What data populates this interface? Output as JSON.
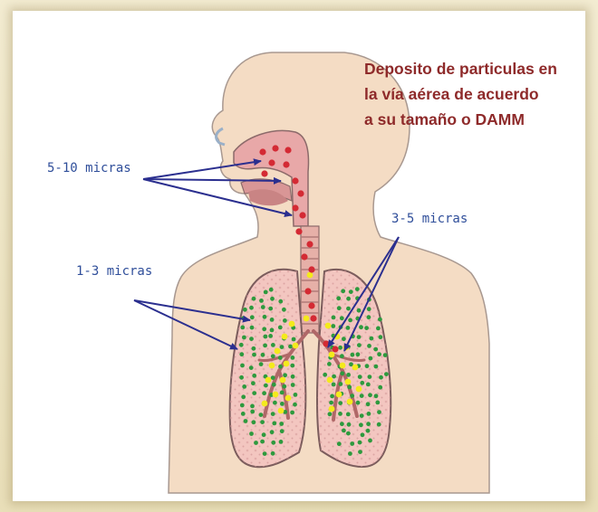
{
  "title": {
    "lines": [
      "Deposito de particulas en",
      "la vía aérea de acuerdo",
      "a su tamaño o DAMM"
    ]
  },
  "labels": {
    "large": "5-10 micras",
    "medium": "3-5 micras",
    "small": "1-3 micras"
  },
  "colors": {
    "title": "#8e2a2a",
    "labels": "#2f4e9a",
    "arrows": "#2b2f8f",
    "particle_large": "#d42a34",
    "particle_medium": "#f4ea1c",
    "particle_small": "#2e9a3e",
    "lung_fill": "#f3c6c0",
    "body_fill": "#f4dcc4"
  },
  "icons": [
    "human-torso-silhouette",
    "lungs-illustration",
    "trachea",
    "nasal-cavity"
  ]
}
